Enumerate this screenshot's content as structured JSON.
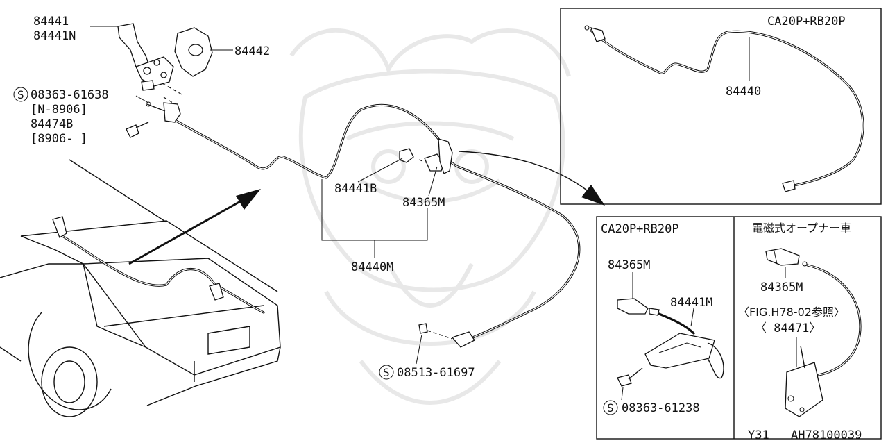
{
  "labels": {
    "p84441": "84441",
    "p84441N": "84441N",
    "p84442": "84442",
    "p08363_61638": "08363-61638",
    "pN8906": "[N-8906]",
    "p84474B": "84474B",
    "p8906": "[8906-  ]",
    "p84441B": "84441B",
    "p84365M_main": "84365M",
    "p84440M": "84440M",
    "p08513_61697": "08513-61697",
    "p84440": "84440",
    "p84365M_inset": "84365M",
    "p84441M": "84441M",
    "p08363_61238": "08363-61238",
    "p84365M_right": "84365M",
    "pFig": "〈FIG.H78-02参照〉",
    "p84471": "〈 84471〉"
  },
  "insets": {
    "top_right_title": "CA20P+RB20P",
    "bottom_left_title": "CA20P+RB20P",
    "bottom_right_title": "電磁式オープナー車"
  },
  "footer": {
    "model": "Y31",
    "code": "AH78100039"
  },
  "symbols": {
    "screw_mark": "S"
  }
}
